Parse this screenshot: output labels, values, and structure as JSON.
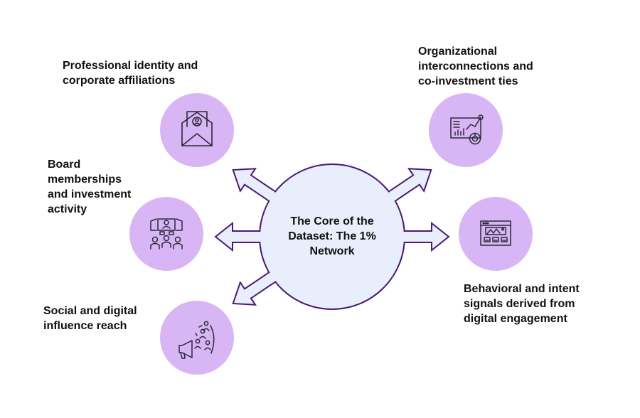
{
  "center": {
    "title": "The Core of the\nDataset: The 1%\nNetwork"
  },
  "nodes": [
    {
      "id": "professional-identity",
      "label": "Professional identity and\ncorporate affiliations",
      "icon": "resume-envelope-icon"
    },
    {
      "id": "board-memberships",
      "label": "Board\nmemberships\nand investment\nactivity",
      "icon": "meeting-presentation-icon"
    },
    {
      "id": "social-influence",
      "label": "Social and digital\ninfluence reach",
      "icon": "megaphone-audience-icon"
    },
    {
      "id": "organizational-interconnections",
      "label": "Organizational\ninterconnections and\nco-investment ties",
      "icon": "analytics-dashboard-icon"
    },
    {
      "id": "behavioral-signals",
      "label": "Behavioral and intent\nsignals derived from\ndigital engagement",
      "icon": "browser-window-icon"
    }
  ],
  "colors": {
    "center_fill": "#e8eefb",
    "outline": "#4a1a78",
    "node_fill": "#d8b5f5",
    "icon_stroke": "#2a2a3a",
    "text": "#111111"
  }
}
